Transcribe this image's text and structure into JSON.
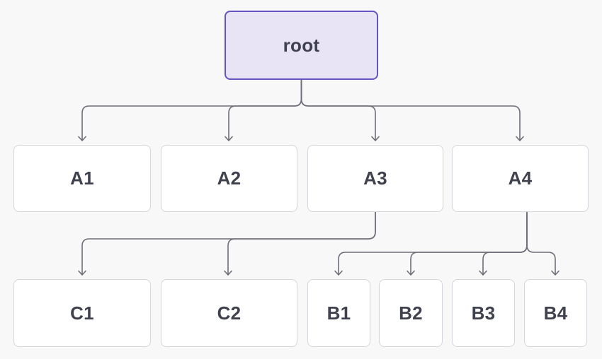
{
  "diagram": {
    "type": "tree",
    "theme": {
      "bg": "#f8f8f9",
      "node_fill": "#ffffff",
      "node_border": "#d5d5dc",
      "root_fill": "#e8e4f6",
      "root_border": "#6554c0",
      "connector": "#6e6e78",
      "text": "#3f414e"
    },
    "nodes": {
      "root": {
        "label": "root"
      },
      "a1": {
        "label": "A1"
      },
      "a2": {
        "label": "A2"
      },
      "a3": {
        "label": "A3"
      },
      "a4": {
        "label": "A4"
      },
      "c1": {
        "label": "C1"
      },
      "c2": {
        "label": "C2"
      },
      "b1": {
        "label": "B1"
      },
      "b2": {
        "label": "B2"
      },
      "b3": {
        "label": "B3"
      },
      "b4": {
        "label": "B4"
      }
    },
    "edges": [
      {
        "from": "root",
        "to": "A1"
      },
      {
        "from": "root",
        "to": "A2"
      },
      {
        "from": "root",
        "to": "A3"
      },
      {
        "from": "root",
        "to": "A4"
      },
      {
        "from": "A3",
        "to": "C1"
      },
      {
        "from": "A3",
        "to": "C2"
      },
      {
        "from": "A4",
        "to": "B1"
      },
      {
        "from": "A4",
        "to": "B2"
      },
      {
        "from": "A4",
        "to": "B3"
      },
      {
        "from": "A4",
        "to": "B4"
      }
    ]
  }
}
